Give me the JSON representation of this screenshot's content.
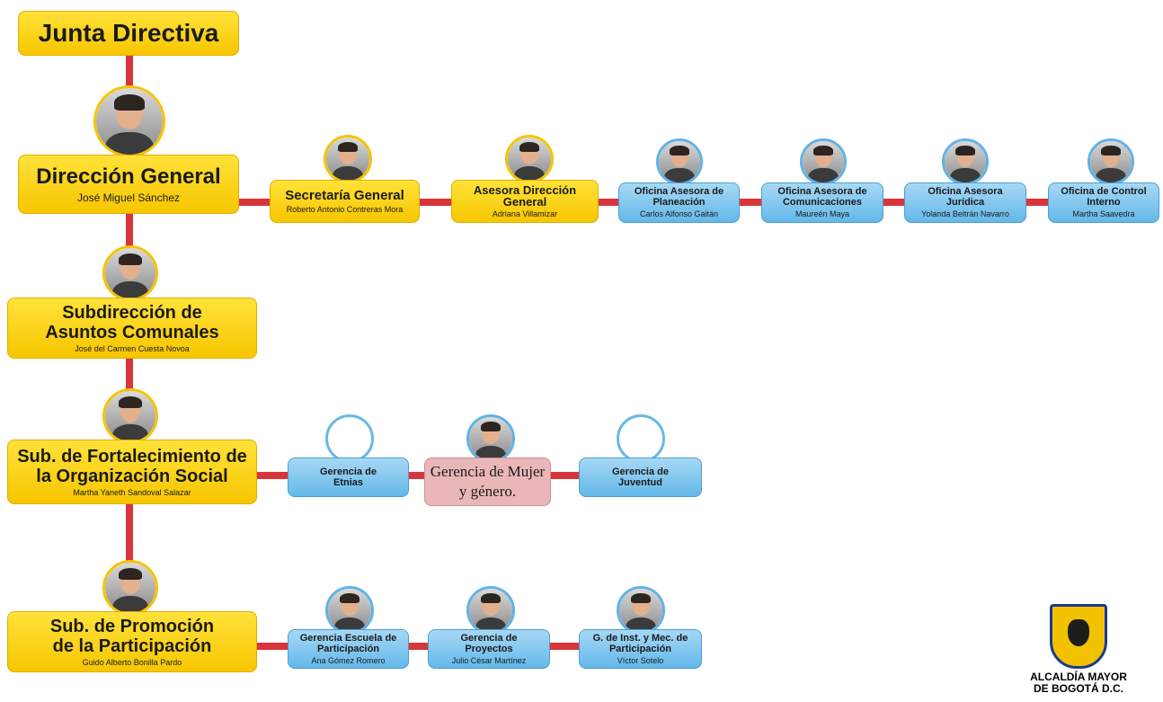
{
  "board": {
    "title": "Junta Directiva"
  },
  "direccion": {
    "title": "Dirección General",
    "name": "José Miguel Sánchez"
  },
  "top_row": [
    {
      "title": "Secretaría General",
      "name": "Roberto Antonio Contreras Mora",
      "color": "yellow"
    },
    {
      "title": "Asesora Dirección General",
      "name": "Adriana Villamizar",
      "color": "yellow"
    },
    {
      "title": "Oficina Asesora de Planeación",
      "name": "Carlos Alfonso Gaitán",
      "color": "blue"
    },
    {
      "title": "Oficina Asesora de Comunicaciones",
      "name": "Maureén Maya",
      "color": "blue"
    },
    {
      "title": "Oficina Asesora Jurídica",
      "name": "Yolanda Beltrán Navarro",
      "color": "blue"
    },
    {
      "title": "Oficina de Control Interno",
      "name": "Martha Saavedra",
      "color": "blue"
    }
  ],
  "subdireccion_comunales": {
    "title": "Subdirección de Asuntos Comunales",
    "name": "José del Carmen Cuesta Novoa"
  },
  "sub_fortalecimiento": {
    "title": "Sub. de Fortalecimiento de la Organización Social",
    "name": "Martha Yaneth Sandoval Salazar"
  },
  "fortalecimiento_row": [
    {
      "title": "Gerencia de Etnias",
      "name": ""
    },
    {
      "title": "Gerencia de Mujer y género.",
      "name": ""
    },
    {
      "title": "Gerencia de Juventud",
      "name": ""
    }
  ],
  "sub_promocion": {
    "title": "Sub. de Promoción de la Participación",
    "name": "Guido Alberto Bonilla Pardo"
  },
  "promocion_row": [
    {
      "title": "Gerencia Escuela de Participación",
      "name": "Ana Gómez Romero"
    },
    {
      "title": "Gerencia de Proyectos",
      "name": "Julio César Martínez"
    },
    {
      "title": "G. de Inst. y Mec. de Participación",
      "name": "Víctor Sotelo"
    }
  ],
  "logo": {
    "line1": "ALCALDÍA MAYOR",
    "line2": "DE BOGOTÁ D.C."
  },
  "colors": {
    "connector": "#d8353a",
    "yellow": "#f7c600",
    "blue": "#63b8ea",
    "pink": "#e9b7b7"
  }
}
